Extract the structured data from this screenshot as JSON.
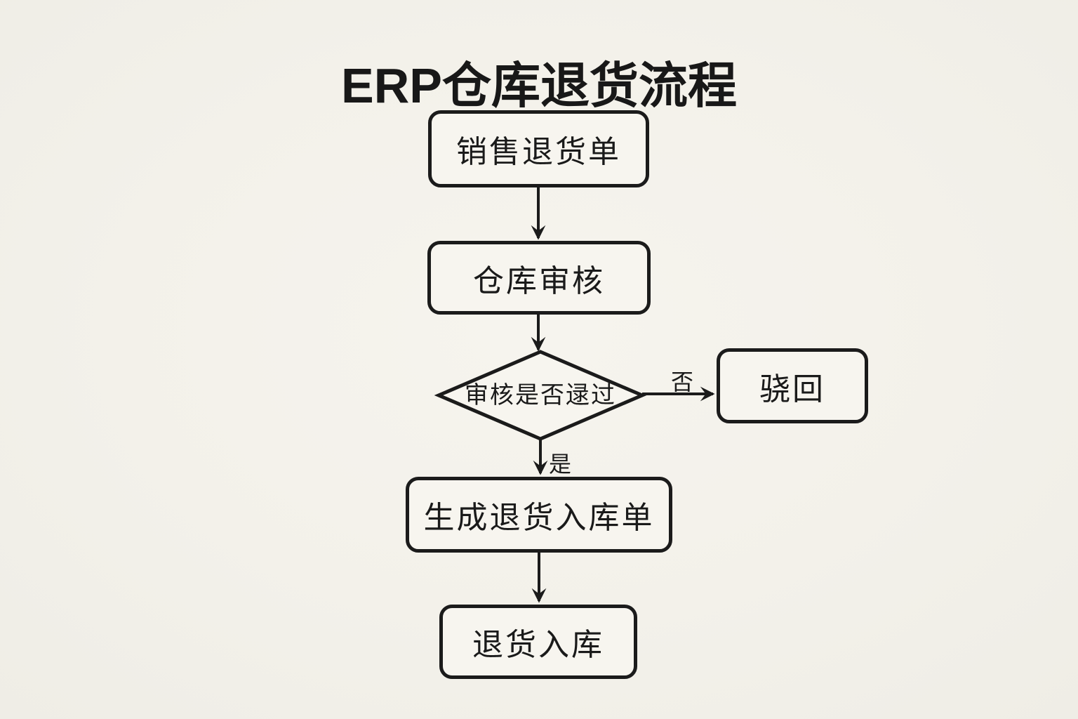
{
  "title": "ERP仓库退货流程",
  "nodes": {
    "start": {
      "label": "销售退货单",
      "type": "process"
    },
    "review": {
      "label": "仓库审核",
      "type": "process"
    },
    "decision": {
      "label": "审核是否逯过",
      "type": "decision"
    },
    "reject": {
      "label": "骁回",
      "type": "process"
    },
    "generate": {
      "label": "生成退货入库单",
      "type": "process"
    },
    "inbound": {
      "label": "退货入库",
      "type": "process"
    }
  },
  "edge_labels": {
    "no": "否",
    "yes": "是"
  },
  "colors": {
    "background": "#f3f1ea",
    "node_fill": "#f7f5ef",
    "stroke": "#1b1b1b",
    "text": "#1a1a1a"
  }
}
